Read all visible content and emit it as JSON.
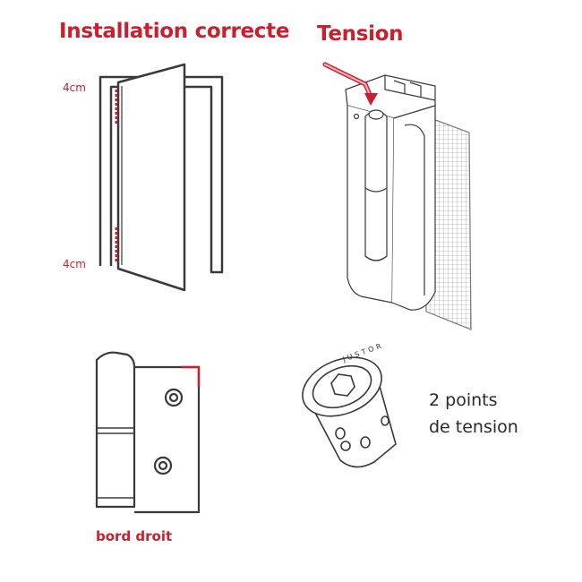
{
  "headings": {
    "installation": "Installation correcte",
    "tension": "Tension"
  },
  "door": {
    "top_distance": "4cm",
    "bottom_distance": "4cm"
  },
  "hinge": {
    "caption": "bord droit"
  },
  "cap": {
    "engraving": "JUSTOR",
    "note_line1": "2 points",
    "note_line2": "de tension"
  },
  "colors": {
    "accent": "#c8202f",
    "line": "#3a3a3a",
    "accent_light": "#f2b5b8"
  }
}
